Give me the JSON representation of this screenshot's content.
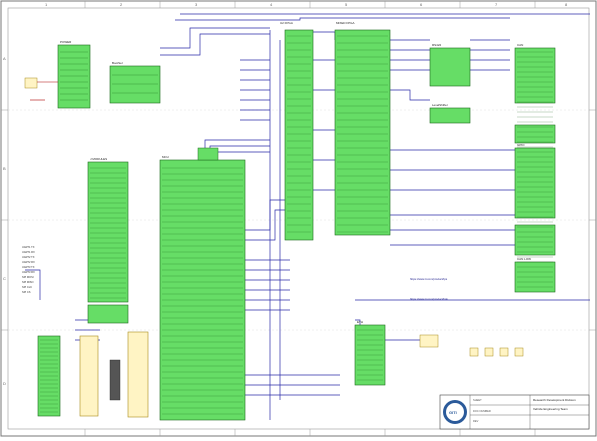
{
  "sheet": {
    "columns": [
      "1",
      "2",
      "3",
      "4",
      "5",
      "6",
      "7",
      "8"
    ],
    "rows": [
      "A",
      "B",
      "C",
      "D"
    ]
  },
  "blocks": {
    "power": {
      "title": "POWER"
    },
    "boot": {
      "title": "BootSel"
    },
    "j_modules": {
      "title": "J MODULES"
    },
    "mcu": {
      "title": "MCU"
    },
    "fpga_center": {
      "title": "U2 FPGA"
    },
    "fpga_right": {
      "title": "MIXED FPGA"
    },
    "rs422": {
      "title": "RS422"
    },
    "can": {
      "title": "CAN"
    },
    "gpio_right": {
      "title": "GPIO"
    },
    "levelshift": {
      "title": "LevelShifter"
    },
    "bottom_mid": {
      "title": "ETH"
    },
    "lower_right": {
      "title": "CAN LOW"
    }
  },
  "notes": {
    "line1": "https://www.ti.com/product/tps",
    "line2": "https://www.ti.com/product/lmk",
    "uart_list": [
      "UART1 TX",
      "UART1 RX",
      "UART2 TX",
      "UART2 RX",
      "UART3 TX",
      "UART3 RX",
      "SPI MOSI",
      "SPI MISO",
      "SPI CLK",
      "SPI CS"
    ]
  },
  "title_block": {
    "company": "Research Development Division",
    "project": "Vehicle Engineering Team",
    "sheet_label": "SHEET",
    "doc_label": "DOC NUMBER",
    "revision": "REV",
    "logo_text": "GITI"
  }
}
